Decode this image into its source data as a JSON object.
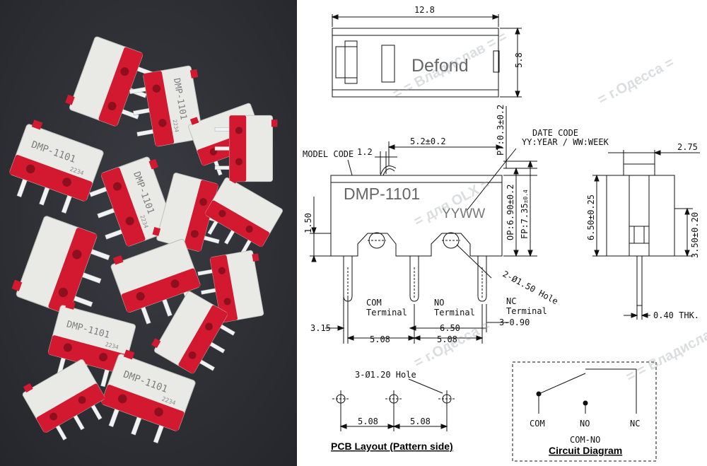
{
  "photo": {
    "switch_label": "DMP-1101",
    "date_code": "2234",
    "colors": {
      "background": "#2b2d33",
      "housing_red": "#d3192f",
      "housing_white": "#e9e9e6",
      "terminal": "#f2f2f2"
    }
  },
  "watermark": {
    "line1": "= = Владислав = =",
    "line2": "= для OLX =",
    "line3": "= г.Одесса ="
  },
  "drawing": {
    "top_view": {
      "width": "12.8",
      "height": "5.8",
      "brand": "Defond"
    },
    "front_view": {
      "model_code_label": "MODEL CODE",
      "model": "DMP-1101",
      "date_code_title": "DATE CODE",
      "date_code_format": "YY:YEAR / WW:WEEK",
      "date_code_mark": "YYWW",
      "dim_1_2": "1.2",
      "dim_5_2": "5.2±0.2",
      "dim_pt": "PT:0.3±0.2",
      "dim_op": "OP:6.90±0.2",
      "dim_fp": "FP:7.35",
      "dim_fp_tol": "±0.4",
      "dim_1_50": "1.50",
      "hole_label": "2-Ø1.50 Hole",
      "com_terminal": [
        "COM",
        "Terminal"
      ],
      "no_terminal": [
        "NO",
        "Terminal"
      ],
      "nc_terminal": [
        "NC",
        "Terminal"
      ],
      "dim_3_15": "3.15",
      "dim_6_50": "6.50",
      "dim_3_0_90": "3-0.90",
      "dim_5_08_a": "5.08",
      "dim_5_08_b": "5.08"
    },
    "side_view": {
      "dim_2_75": "2.75",
      "dim_6_50": "6.50±0.25",
      "dim_3_50": "3.50±0.20",
      "dim_thk": "0.40 THK."
    },
    "pcb": {
      "hole_label": "3-Ø1.20 Hole",
      "dim_a": "5.08",
      "dim_b": "5.08",
      "caption": "PCB Layout (Pattern side)"
    },
    "circuit": {
      "com": "COM",
      "no": "NO",
      "nc": "NC",
      "subtitle": "COM-NO",
      "caption": "Circuit Diagram"
    }
  }
}
